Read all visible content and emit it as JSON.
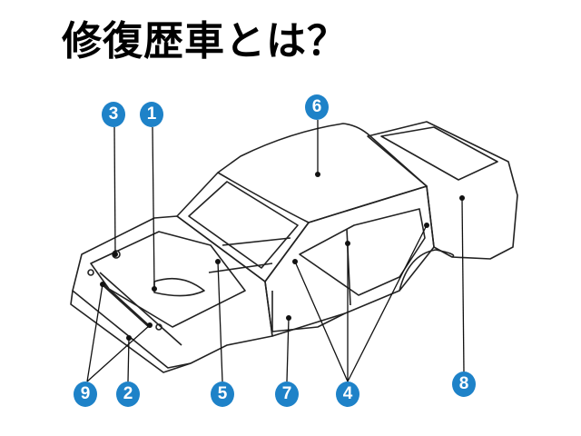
{
  "title": "修復歴車とは？",
  "accent_color": "#1e82c8",
  "callouts": [
    {
      "label": "3"
    },
    {
      "label": "1"
    },
    {
      "label": "6"
    },
    {
      "label": "9"
    },
    {
      "label": "2"
    },
    {
      "label": "5"
    },
    {
      "label": "7"
    },
    {
      "label": "4"
    },
    {
      "label": "8"
    }
  ]
}
